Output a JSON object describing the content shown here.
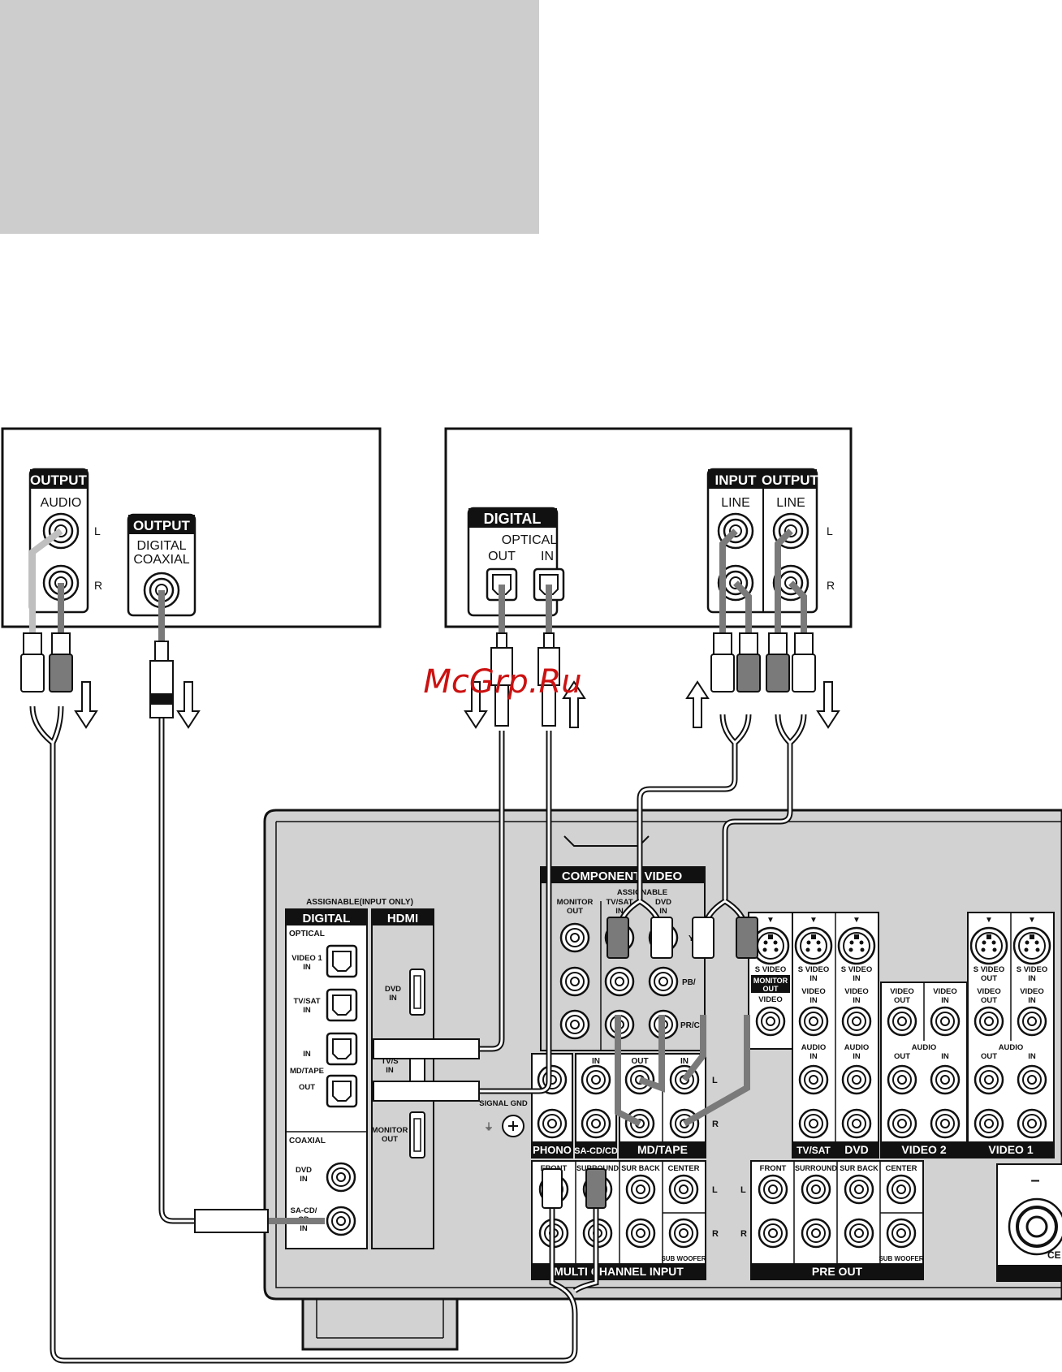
{
  "watermark": "McGrp.Ru",
  "colors": {
    "line": "#111111",
    "panel": "#d2d2d2",
    "label_bg": "#111111",
    "cable_dark": "#7a7a7a",
    "cable_light": "#bfbfbf",
    "banner": "#cdcdcd",
    "watermark": "#cc1111"
  },
  "cd_player": {
    "audio_output_header": "OUTPUT",
    "audio_label": "AUDIO",
    "l": "L",
    "r": "R",
    "digital_output_header": "OUTPUT",
    "digital_label_1": "DIGITAL",
    "digital_label_2": "COAXIAL"
  },
  "md_deck": {
    "digital_header": "DIGITAL",
    "optical_label": "OPTICAL",
    "out_label": "OUT",
    "in_label": "IN",
    "input_header": "INPUT",
    "output_header": "OUTPUT",
    "line_in": "LINE",
    "line_out": "LINE",
    "l": "L",
    "r": "R"
  },
  "receiver": {
    "assignable_title": "ASSIGNABLE(INPUT ONLY)",
    "digital_header": "DIGITAL",
    "hdmi_header": "HDMI",
    "optical_label": "OPTICAL",
    "video1_in": [
      "VIDEO 1",
      "IN"
    ],
    "tvsat_in": [
      "TV/SAT",
      "IN"
    ],
    "md_in": "IN",
    "md_tape": "MD/TAPE",
    "md_out": "OUT",
    "coaxial_label": "COAXIAL",
    "dvd_in": [
      "DVD",
      "IN"
    ],
    "sacd_in": [
      "SA-CD/",
      "CD",
      "IN"
    ],
    "hdmi_dvd_in": [
      "DVD",
      "IN"
    ],
    "hdmi_tvsat_in": [
      "TV/S",
      "IN"
    ],
    "hdmi_monitor_out": [
      "MONITOR",
      "OUT"
    ],
    "component_video_header": "COMPONENT VIDEO",
    "assignable_small": "ASSIGNABLE",
    "monitor_out": [
      "MONITOR",
      "OUT"
    ],
    "comp_tvsat_in": [
      "TV/SAT",
      "IN"
    ],
    "comp_dvd_in": [
      "DVD",
      "IN"
    ],
    "y": "Y",
    "pb": "PB/",
    "pr": "PR/C",
    "phono": "PHONO",
    "sacd": "SA-CD/CD",
    "md_tape_header": "MD/TAPE",
    "out": "OUT",
    "in": "IN",
    "l": "L",
    "r": "R",
    "signal_gnd": "SIGNAL GND",
    "svideo_group_monitor": [
      "S VIDEO",
      "MONITOR",
      "OUT",
      "VIDEO"
    ],
    "svideo_in": [
      "S VIDEO",
      "IN"
    ],
    "video_in": [
      "VIDEO",
      "IN"
    ],
    "video_out": [
      "VIDEO",
      "OUT"
    ],
    "svideo_out": [
      "S VIDEO",
      "OUT"
    ],
    "audio_in": [
      "AUDIO",
      "IN"
    ],
    "audio": "AUDIO",
    "tvsat_label": "TV/SAT",
    "dvd_label": "DVD",
    "video2_label": "VIDEO 2",
    "video1_label": "VIDEO 1",
    "front": "FRONT",
    "surround": "SURROUND",
    "sur_back": "SUR BACK",
    "center": "CENTER",
    "sub_woofer": "SUB WOOFER",
    "multi_channel_input": "MULTI CHANNEL INPUT",
    "pre_out": "PRE OUT",
    "minus": "–",
    "ce": "CE"
  }
}
